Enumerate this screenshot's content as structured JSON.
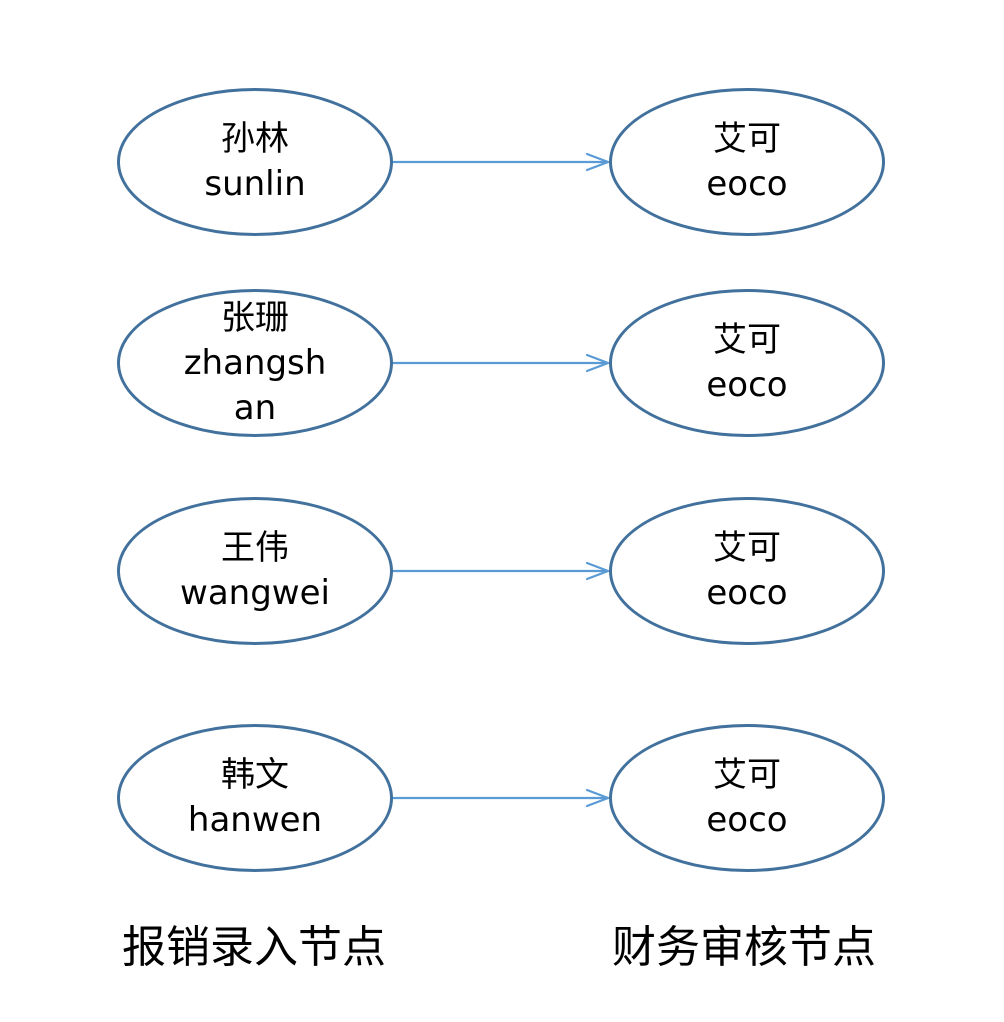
{
  "diagram": {
    "colors": {
      "node_stroke": "#41719C",
      "node_fill": "#FFFFFF",
      "arrow": "#5B9BD5",
      "text": "#000000",
      "background": "#FFFFFF"
    },
    "rows": [
      {
        "source": {
          "lines": [
            "孙林",
            "sunlin"
          ]
        },
        "target": {
          "lines": [
            "艾可",
            "eoco"
          ]
        }
      },
      {
        "source": {
          "lines": [
            "张珊",
            "zhangsh",
            "an"
          ]
        },
        "target": {
          "lines": [
            "艾可",
            "eoco"
          ]
        }
      },
      {
        "source": {
          "lines": [
            "王伟",
            "wangwei"
          ]
        },
        "target": {
          "lines": [
            "艾可",
            "eoco"
          ]
        }
      },
      {
        "source": {
          "lines": [
            "韩文",
            "hanwen"
          ]
        },
        "target": {
          "lines": [
            "艾可",
            "eoco"
          ]
        }
      }
    ],
    "footers": {
      "left": "报销录入节点",
      "right": "财务审核节点"
    }
  }
}
